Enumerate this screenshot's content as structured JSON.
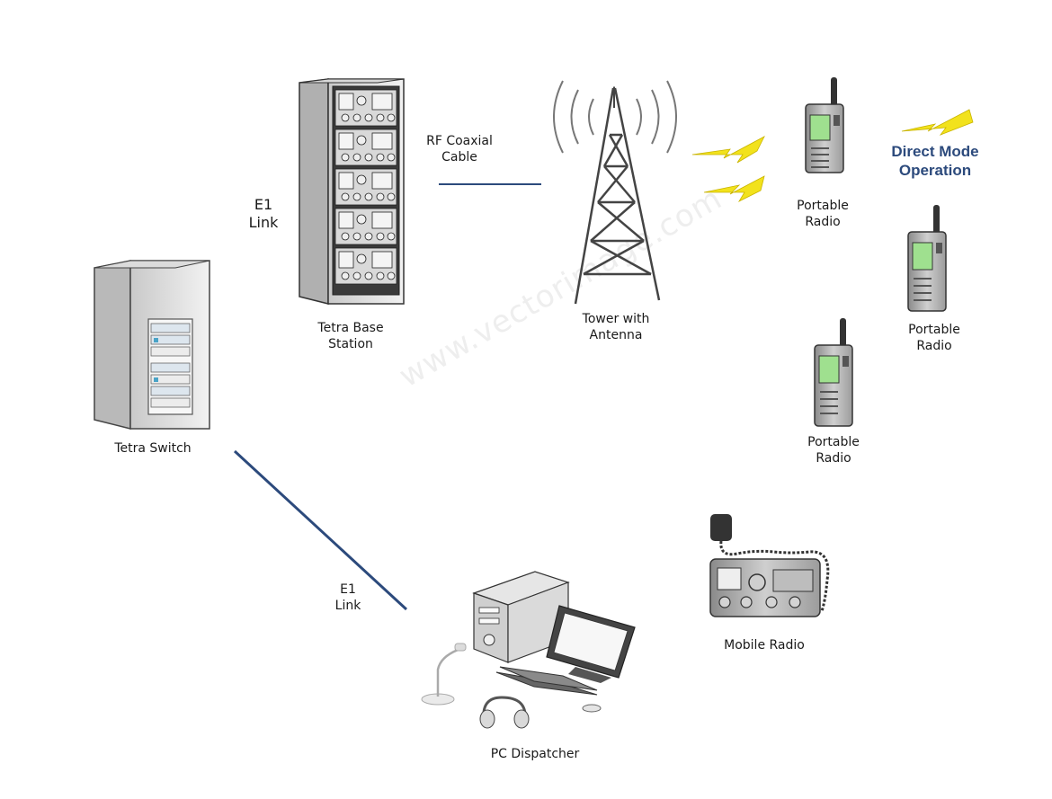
{
  "diagram": {
    "nodes": {
      "tetra_switch": {
        "label": "Tetra Switch"
      },
      "base_station": {
        "label_lines": [
          "Tetra Base",
          "Station"
        ]
      },
      "tower": {
        "label_lines": [
          "Tower with",
          "Antenna"
        ]
      },
      "portable_radio_1": {
        "label_lines": [
          "Portable",
          "Radio"
        ]
      },
      "portable_radio_2": {
        "label_lines": [
          "Portable",
          "Radio"
        ]
      },
      "portable_radio_3": {
        "label_lines": [
          "Portable",
          "Radio"
        ]
      },
      "mobile_radio": {
        "label": "Mobile Radio"
      },
      "pc_dispatcher": {
        "label": "PC Dispatcher"
      }
    },
    "links": {
      "e1_top": {
        "label_lines": [
          "E1",
          "Link"
        ]
      },
      "rf_cable": {
        "label_lines": [
          "RF Coaxial",
          "Cable"
        ]
      },
      "e1_bottom": {
        "label_lines": [
          "E1",
          "Link"
        ]
      }
    },
    "direct_mode": {
      "label_lines": [
        "Direct Mode",
        "Operation"
      ]
    },
    "watermark": "www.vectorimage.com",
    "colors": {
      "link_line": "#2c4a7c",
      "lightning": "#f2e21c",
      "direct_mode_text": "#2c4a7c"
    }
  }
}
